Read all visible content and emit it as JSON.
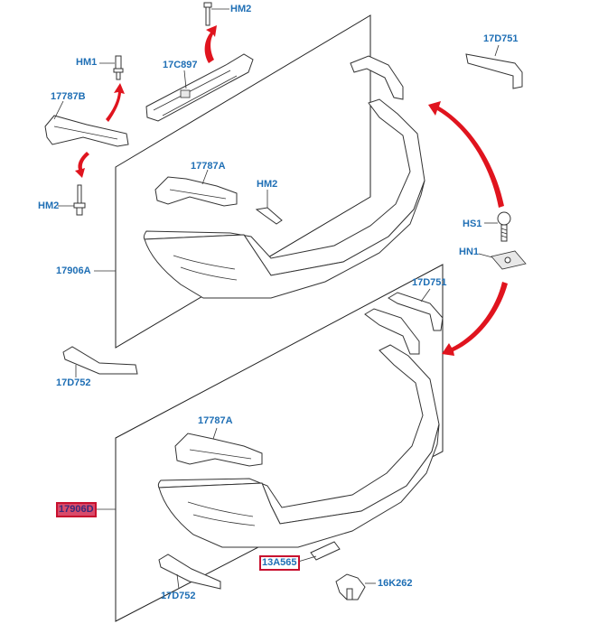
{
  "labels": {
    "hm2_top": "HM2",
    "hm1": "HM1",
    "c17c897": "17C897",
    "p17787b": "17787B",
    "hm2_left": "HM2",
    "p17787a_top": "17787A",
    "hm2_mid": "HM2",
    "p17906a": "17906A",
    "p17d751_top": "17D751",
    "hs1": "HS1",
    "hn1": "HN1",
    "p17d751_mid": "17D751",
    "p17d752_top": "17D752",
    "p17787a_bottom": "17787A",
    "p17906d": "17906D",
    "p13a565": "13A565",
    "p17d752_bottom": "17D752",
    "p16k262": "16K262"
  },
  "colors": {
    "label": "#1f6fb5",
    "arrow": "#e0141e",
    "highlight_fill": "#d94a6a",
    "highlight_border": "#c8102e"
  }
}
